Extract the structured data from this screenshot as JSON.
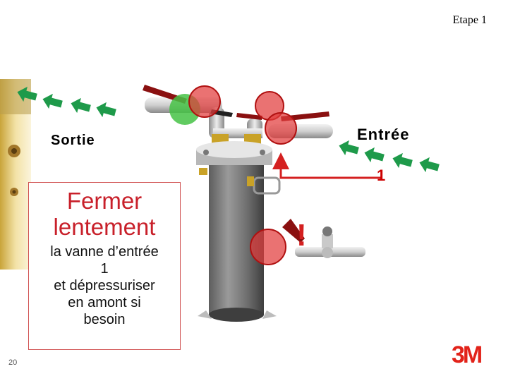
{
  "slide": {
    "step_label": "Etape 1",
    "outlet_label": "Sortie",
    "inlet_label": "Entrée",
    "valve_number": "1",
    "instruction": {
      "line1": "Fermer",
      "line2": "lentement",
      "rest": "la vanne d’entrée\n1\net dépressuriser\nen amont si\nbesoin"
    },
    "page_number": "20",
    "brand": "3M"
  },
  "colors": {
    "flow_arrow": "#1e9a4a",
    "valve_closed": "#e23b3b",
    "valve_open": "#45c245",
    "callout": "#d42020",
    "brand": "#e2231a"
  },
  "icons": [
    "flow-arrow-icon",
    "valve-open-icon",
    "valve-closed-icon",
    "callout-arrow-icon"
  ]
}
